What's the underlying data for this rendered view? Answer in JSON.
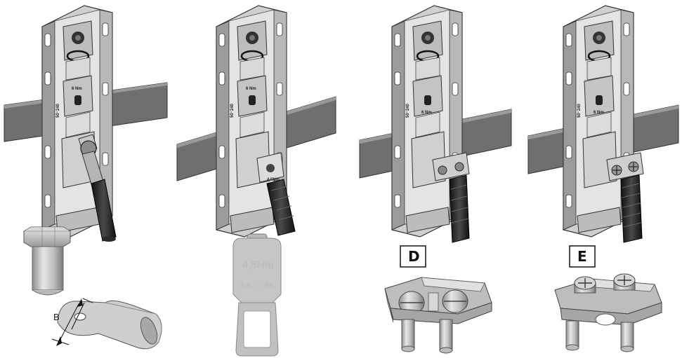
{
  "panels": [
    {
      "id": "panel-1",
      "bolt_torque": "6 Nm"
    },
    {
      "id": "panel-2",
      "bolt_torque": "6 Nm",
      "clamp_marking": "4,5Nm"
    },
    {
      "id": "panel-3",
      "bolt_torque": "6 Nm"
    },
    {
      "id": "panel-4",
      "bolt_torque": "6 Nm"
    }
  ],
  "details": {
    "cable_lug_dimension_label": "B",
    "clamp_torque": "4,5Nm",
    "clamp_cross_section": "1,5 □ - 95 □",
    "label_d": "D",
    "label_e": "E"
  },
  "colors": {
    "busbar": "#6f6f6f",
    "busbar_top": "#9a9a9a",
    "metal_light": "#d8d8d8",
    "metal_mid": "#a9a9a9",
    "metal_dark": "#555555",
    "cable": "#222222"
  }
}
